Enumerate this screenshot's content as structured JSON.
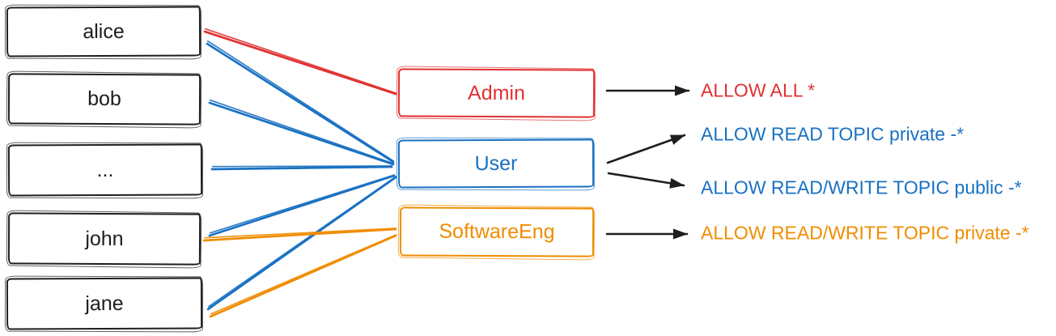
{
  "colors": {
    "black": "#1e1e1e",
    "red": "#e03131",
    "blue": "#1971c2",
    "orange": "#f08c00",
    "background": "#ffffff"
  },
  "users": [
    {
      "label": "alice"
    },
    {
      "label": "bob"
    },
    {
      "label": "..."
    },
    {
      "label": "john"
    },
    {
      "label": "jane"
    }
  ],
  "roles": [
    {
      "label": "Admin",
      "color": "red"
    },
    {
      "label": "User",
      "color": "blue"
    },
    {
      "label": "SoftwareEng",
      "color": "orange"
    }
  ],
  "permissions": [
    {
      "label": "ALLOW ALL *",
      "color": "red"
    },
    {
      "label": "ALLOW READ TOPIC private -*",
      "color": "blue"
    },
    {
      "label": "ALLOW READ/WRITE TOPIC public -*",
      "color": "blue"
    },
    {
      "label": "ALLOW READ/WRITE TOPIC private -*",
      "color": "orange"
    }
  ],
  "edges": [
    {
      "id": "alice-admin",
      "from": "alice",
      "to": "Admin",
      "color": "red"
    },
    {
      "id": "alice-user",
      "from": "alice",
      "to": "User",
      "color": "blue"
    },
    {
      "id": "bob-user",
      "from": "bob",
      "to": "User",
      "color": "blue"
    },
    {
      "id": "dots-user",
      "from": "...",
      "to": "User",
      "color": "blue"
    },
    {
      "id": "john-user",
      "from": "john",
      "to": "User",
      "color": "blue"
    },
    {
      "id": "jane-user",
      "from": "jane",
      "to": "User",
      "color": "blue"
    },
    {
      "id": "john-softwareeng",
      "from": "john",
      "to": "SoftwareEng",
      "color": "orange"
    },
    {
      "id": "jane-softwareeng",
      "from": "jane",
      "to": "SoftwareEng",
      "color": "orange"
    }
  ],
  "arrows": [
    {
      "id": "admin-allow-all",
      "from": "Admin",
      "to": "ALLOW ALL *"
    },
    {
      "id": "user-allow-read-private",
      "from": "User",
      "to": "ALLOW READ TOPIC private -*"
    },
    {
      "id": "user-allow-rw-public",
      "from": "User",
      "to": "ALLOW READ/WRITE TOPIC public -*"
    },
    {
      "id": "softwareeng-allow-rw-private",
      "from": "SoftwareEng",
      "to": "ALLOW READ/WRITE TOPIC private -*"
    }
  ]
}
